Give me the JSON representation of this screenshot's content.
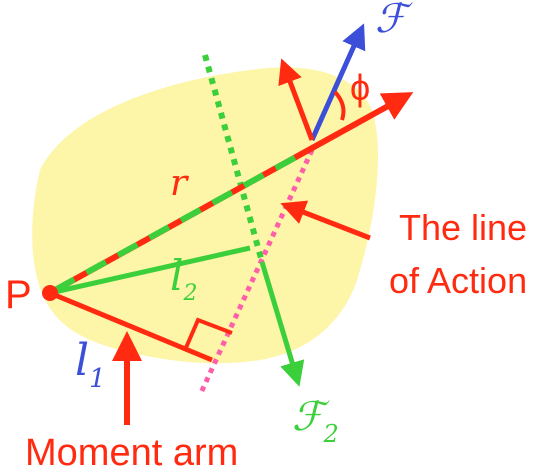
{
  "labels": {
    "force": "ℱ",
    "angle": "ϕ",
    "radius": "r",
    "point": "P",
    "arm2": "l",
    "arm2_sub": "2",
    "arm1": "l",
    "arm1_sub": "1",
    "force2": "ℱ",
    "force2_sub": "2",
    "line_of_action_1": "The line",
    "line_of_action_2": "of Action",
    "moment_arm": "Moment arm"
  },
  "colors": {
    "body": "#fdf5a8",
    "red": "#ff2a10",
    "blue": "#3b4fd8",
    "green": "#3ccf3c",
    "green_dotted": "#3ccf3c",
    "pink_dotted": "#ff5fa8",
    "label_blue": "#3b4fd8",
    "label_green": "#3ccf3c",
    "label_red": "#ff2a10"
  }
}
